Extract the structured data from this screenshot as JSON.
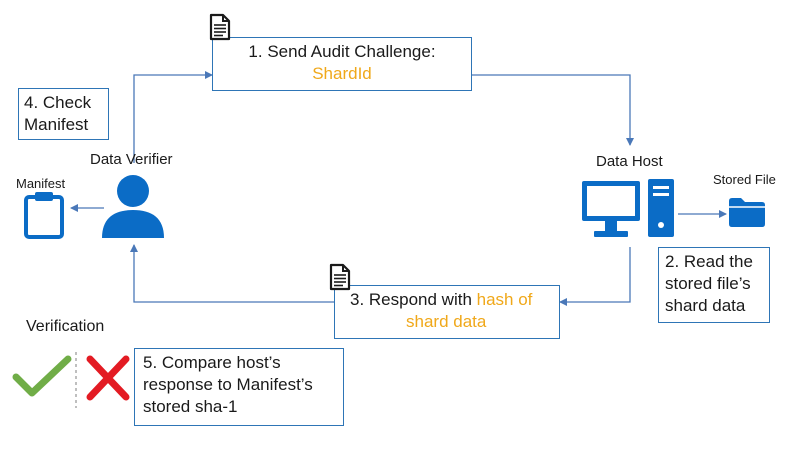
{
  "colors": {
    "accent": "#2e75b6",
    "highlight": "#f0a81a",
    "check": "#70ad47",
    "cross": "#e31b23"
  },
  "steps": {
    "step1": {
      "text": "1. Send Audit Challenge:",
      "highlight": "ShardId"
    },
    "step2": {
      "line1": "2. Read the",
      "line2": "stored file’s",
      "line3": "shard data"
    },
    "step3": {
      "text": "3. Respond with ",
      "highlight1": "hash of",
      "highlight2": "shard data"
    },
    "step4": {
      "line1": "4. Check",
      "line2": "Manifest"
    },
    "step5": {
      "line1": "5. Compare host’s",
      "line2": "response to Manifest’s",
      "line3": "stored sha-1"
    }
  },
  "actors": {
    "verifier": "Data Verifier",
    "host": "Data Host",
    "manifest": "Manifest",
    "stored_file": "Stored File"
  },
  "verification_label": "Verification",
  "icons": {
    "document": "document-icon",
    "user": "user-icon",
    "computer": "computer-icon",
    "folder": "folder-icon",
    "clipboard": "clipboard-icon",
    "check": "check-icon",
    "cross": "cross-icon"
  }
}
